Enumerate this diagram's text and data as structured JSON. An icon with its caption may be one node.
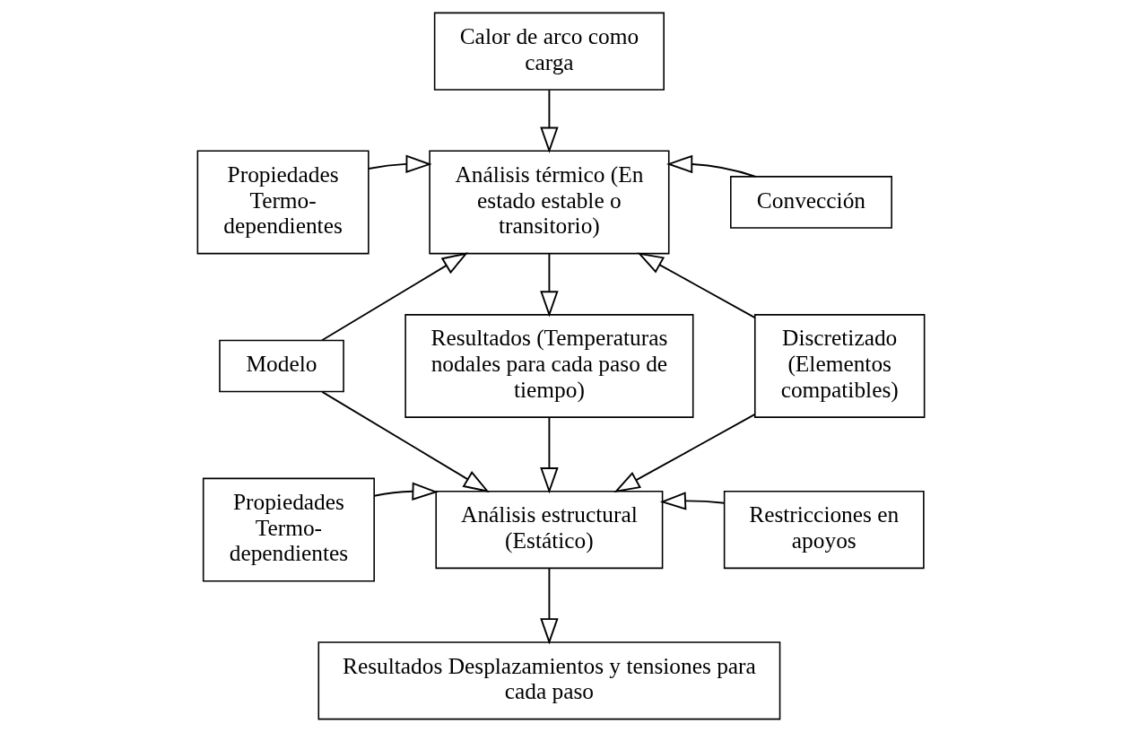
{
  "diagram": {
    "nodes": [
      {
        "text": [
          "Calor de arco como carga"
        ]
      },
      {
        "text": [
          "Propiedades Termo-dependientes"
        ]
      },
      {
        "text": [
          "Análisis térmico (En estado estable o transitorio)"
        ]
      },
      {
        "text": [
          "Convección"
        ]
      },
      {
        "text": [
          "Modelo"
        ]
      },
      {
        "text": [
          "Resultados (Temperaturas nodales para cada paso de tiempo)"
        ]
      },
      {
        "text": [
          "Discretizado (Elementos compatibles)"
        ]
      },
      {
        "text": [
          "Propiedades Termo-dependientes"
        ]
      },
      {
        "text": [
          "Análisis estructural (Estático)"
        ]
      },
      {
        "text": [
          "Restricciones en apoyos"
        ]
      },
      {
        "text": [
          "Resultados Desplazamientos y tensiones para cada paso"
        ]
      }
    ],
    "edges": [
      {
        "from": 0,
        "to": 2,
        "arrow": "to"
      },
      {
        "from": 1,
        "to": 2,
        "arrow": "to"
      },
      {
        "from": 3,
        "to": 2,
        "arrow": "to"
      },
      {
        "from": 4,
        "to": 2,
        "arrow": "to"
      },
      {
        "from": 6,
        "to": 2,
        "arrow": "to"
      },
      {
        "from": 2,
        "to": 5,
        "arrow": "to"
      },
      {
        "from": 4,
        "to": 8,
        "arrow": "to"
      },
      {
        "from": 6,
        "to": 8,
        "arrow": "to"
      },
      {
        "from": 5,
        "to": 8,
        "arrow": "to"
      },
      {
        "from": 7,
        "to": 8,
        "arrow": "to"
      },
      {
        "from": 9,
        "to": 8,
        "arrow": "to"
      },
      {
        "from": 8,
        "to": 10,
        "arrow": "to"
      }
    ]
  }
}
